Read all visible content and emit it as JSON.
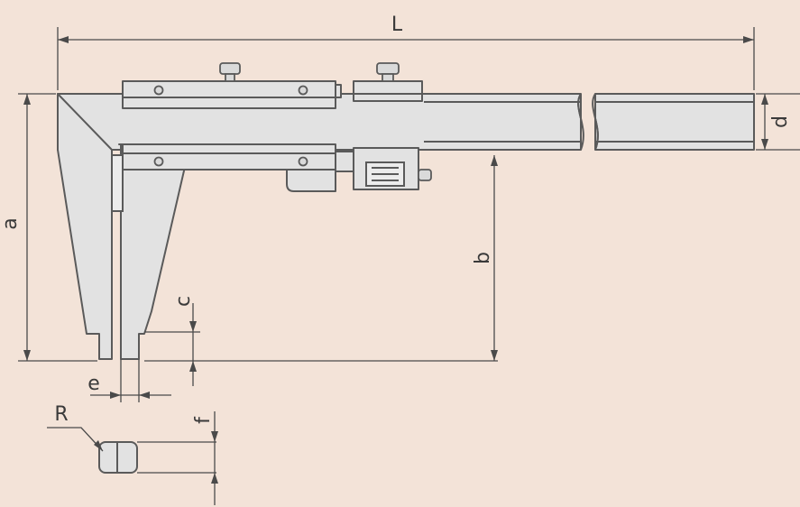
{
  "colors": {
    "background": "#f3e3d8",
    "part_fill": "#e2e2e2",
    "outline": "#5a5a5a",
    "dimension_line": "#4a4a4a"
  },
  "labels": {
    "L": "L",
    "d": "d",
    "a": "a",
    "b": "b",
    "c": "c",
    "e": "e",
    "f": "f",
    "R": "R"
  }
}
